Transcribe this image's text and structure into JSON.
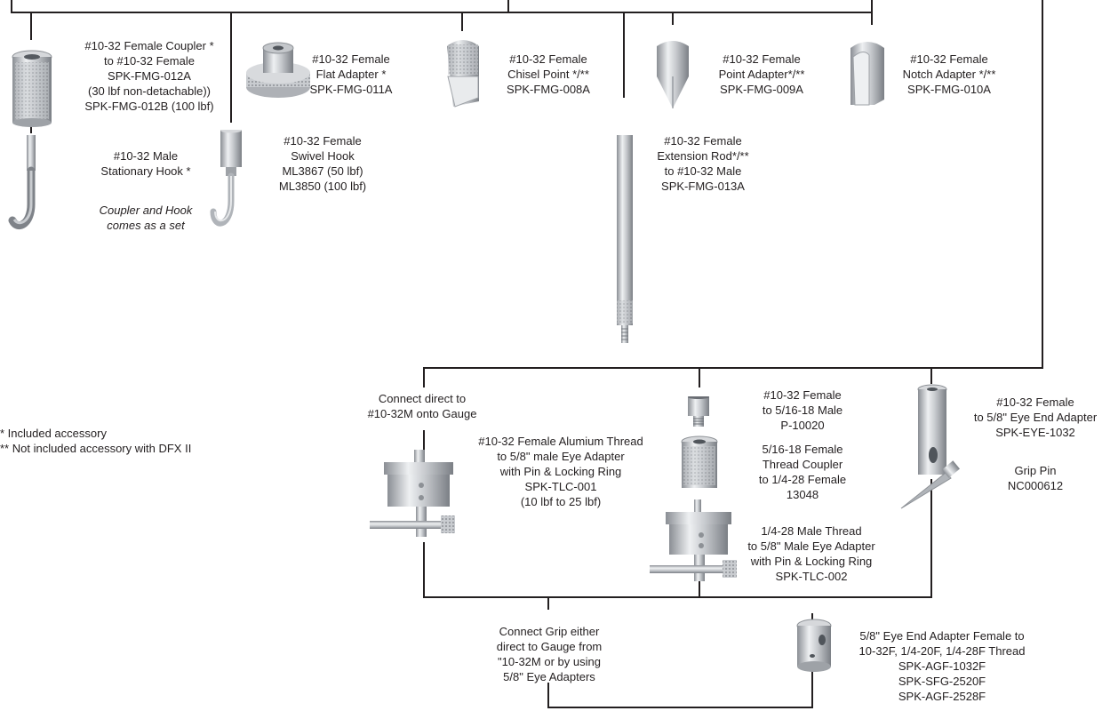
{
  "accessories": [
    {
      "id": "coupler",
      "lines": [
        "#10-32 Female Coupler *",
        "to #10-32 Female",
        "SPK-FMG-012A",
        "(30 lbf non-detachable))",
        "SPK-FMG-012B (100 lbf)"
      ]
    },
    {
      "id": "flat",
      "lines": [
        "#10-32 Female",
        "Flat Adapter *",
        "SPK-FMG-011A"
      ]
    },
    {
      "id": "chisel",
      "lines": [
        "#10-32 Female",
        "Chisel Point */**",
        "SPK-FMG-008A"
      ]
    },
    {
      "id": "point",
      "lines": [
        "#10-32 Female",
        "Point Adapter*/**",
        "SPK-FMG-009A"
      ]
    },
    {
      "id": "notch",
      "lines": [
        "#10-32 Female",
        "Notch Adapter */**",
        "SPK-FMG-010A"
      ]
    },
    {
      "id": "stationary-hook",
      "lines": [
        "#10-32 Male",
        "Stationary Hook *"
      ]
    },
    {
      "id": "set-note",
      "lines": [
        "Coupler and Hook",
        "comes as a set"
      ]
    },
    {
      "id": "swivel-hook",
      "lines": [
        "#10-32 Female",
        "Swivel Hook",
        "ML3867 (50 lbf)",
        "ML3850 (100 lbf)"
      ]
    },
    {
      "id": "extension-rod",
      "lines": [
        "#10-32 Female",
        "Extension Rod*/**",
        "to #10-32 Male",
        "SPK-FMG-013A"
      ]
    },
    {
      "id": "connect-direct",
      "lines": [
        "Connect direct to",
        "#10-32M onto Gauge"
      ]
    },
    {
      "id": "tlc-001",
      "lines": [
        "#10-32 Female Alumium Thread",
        "to 5/8\" male Eye Adapter",
        "with Pin & Locking Ring",
        "SPK-TLC-001",
        "(10 lbf to 25 lbf)"
      ]
    },
    {
      "id": "p-10020",
      "lines": [
        "#10-32 Female",
        "to 5/16-18 Male",
        "P-10020"
      ]
    },
    {
      "id": "coupler-13048",
      "lines": [
        "5/16-18 Female",
        "Thread Coupler",
        "to 1/4-28 Female",
        "13048"
      ]
    },
    {
      "id": "tlc-002",
      "lines": [
        "1/4-28 Male Thread",
        "to 5/8\" Male Eye Adapter",
        "with Pin & Locking Ring",
        "SPK-TLC-002"
      ]
    },
    {
      "id": "eye-1032",
      "lines": [
        "#10-32 Female",
        "to 5/8\" Eye End Adapter",
        "SPK-EYE-1032"
      ]
    },
    {
      "id": "grip-pin",
      "lines": [
        "Grip Pin",
        "NC000612"
      ]
    },
    {
      "id": "connect-grip",
      "lines": [
        "Connect Grip either",
        "direct to Gauge from",
        "\"10-32M or by using",
        "5/8\" Eye Adapters"
      ]
    },
    {
      "id": "eye-end-female",
      "lines": [
        "5/8\" Eye End Adapter Female to",
        "10-32F, 1/4-20F, 1/4-28F Thread",
        "SPK-AGF-1032F",
        "SPK-SFG-2520F",
        "SPK-AGF-2528F"
      ]
    }
  ],
  "legend": [
    "* Included accessory",
    "** Not included accessory with DFX II"
  ],
  "colors": {
    "line": "#231f20",
    "metal_light": "#e8e9eb",
    "metal_mid": "#b9bcc1",
    "metal_dark": "#7d8187"
  }
}
